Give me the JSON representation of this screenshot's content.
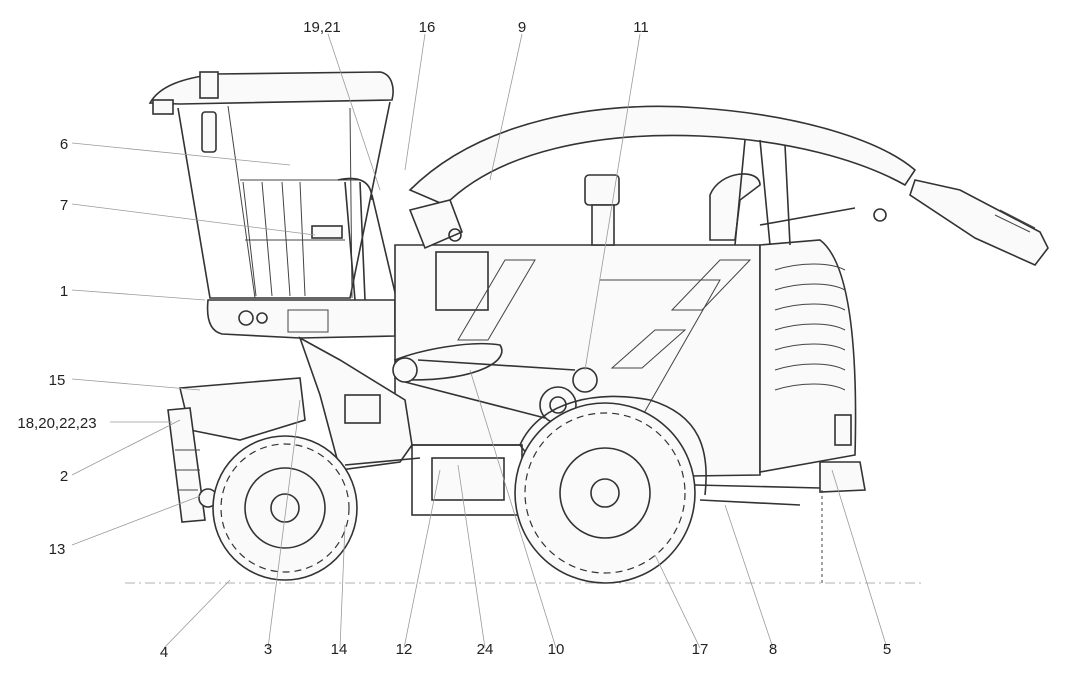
{
  "callouts": [
    {
      "id": "c-19-21",
      "text": "19,21"
    },
    {
      "id": "c-16",
      "text": "16"
    },
    {
      "id": "c-9",
      "text": "9"
    },
    {
      "id": "c-11",
      "text": "11"
    },
    {
      "id": "c-6",
      "text": "6"
    },
    {
      "id": "c-7",
      "text": "7"
    },
    {
      "id": "c-1",
      "text": "1"
    },
    {
      "id": "c-15",
      "text": "15"
    },
    {
      "id": "c-18-20-22-23",
      "text": "18,20,22,23"
    },
    {
      "id": "c-2",
      "text": "2"
    },
    {
      "id": "c-13",
      "text": "13"
    },
    {
      "id": "c-4",
      "text": "4"
    },
    {
      "id": "c-3",
      "text": "3"
    },
    {
      "id": "c-14",
      "text": "14"
    },
    {
      "id": "c-12",
      "text": "12"
    },
    {
      "id": "c-24",
      "text": "24"
    },
    {
      "id": "c-10",
      "text": "10"
    },
    {
      "id": "c-17",
      "text": "17"
    },
    {
      "id": "c-8",
      "text": "8"
    },
    {
      "id": "c-5",
      "text": "5"
    }
  ]
}
